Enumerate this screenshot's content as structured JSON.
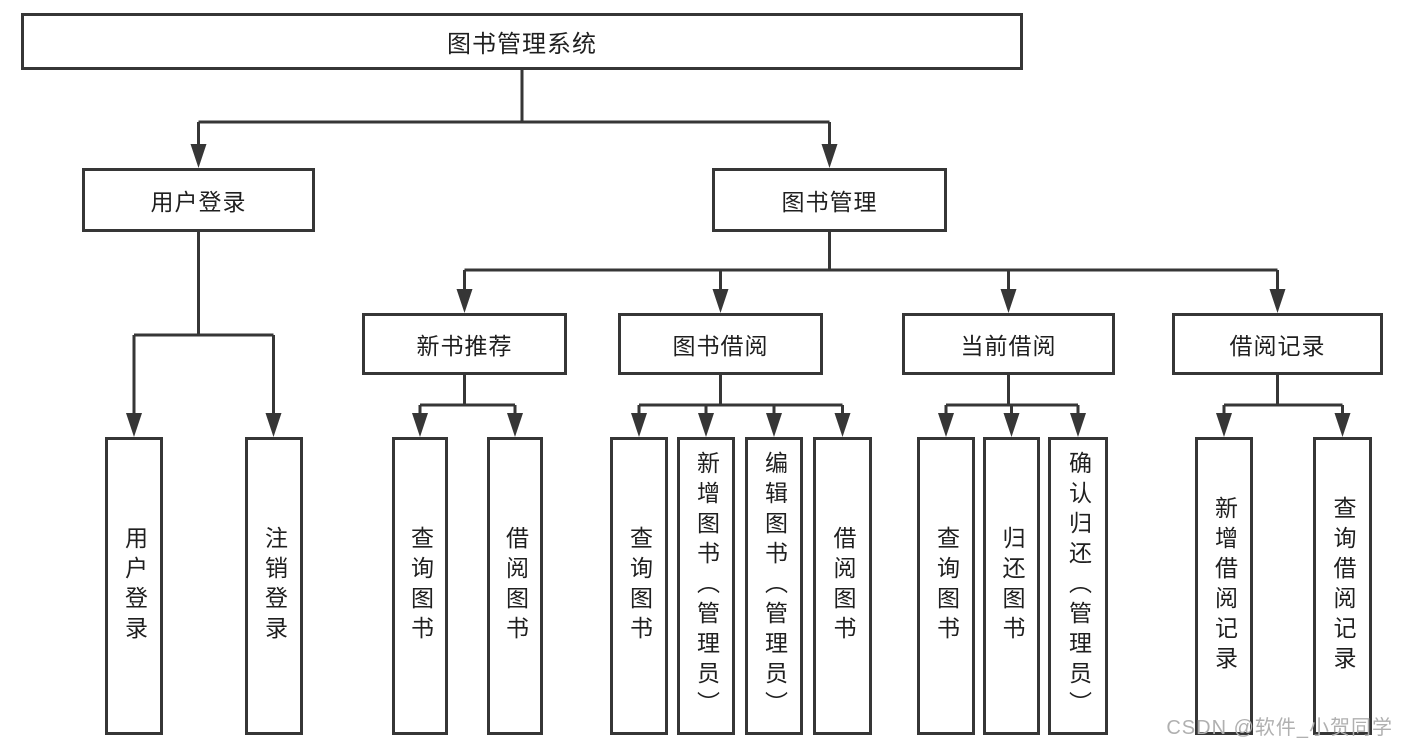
{
  "tree": {
    "root": {
      "label": "图书管理系统"
    },
    "branches": [
      {
        "label": "用户登录",
        "children": [
          {
            "label": "用户登录"
          },
          {
            "label": "注销登录"
          }
        ]
      },
      {
        "label": "图书管理",
        "children": [
          {
            "label": "新书推荐",
            "children": [
              {
                "label": "查询图书"
              },
              {
                "label": "借阅图书"
              }
            ]
          },
          {
            "label": "图书借阅",
            "children": [
              {
                "label": "查询图书"
              },
              {
                "label": "新增图书（管理员）"
              },
              {
                "label": "编辑图书（管理员）"
              },
              {
                "label": "借阅图书"
              }
            ]
          },
          {
            "label": "当前借阅",
            "children": [
              {
                "label": "查询图书"
              },
              {
                "label": "归还图书"
              },
              {
                "label": "确认归还（管理员）"
              }
            ]
          },
          {
            "label": "借阅记录",
            "children": [
              {
                "label": "新增借阅记录"
              },
              {
                "label": "查询借阅记录"
              }
            ]
          }
        ]
      }
    ]
  },
  "watermark": {
    "text": "CSDN @软件_小贺同学"
  },
  "colors": {
    "line": "#363636",
    "text": "#1f1f1f",
    "box_background": "#ffffff",
    "watermark": "#b0b0b0"
  }
}
